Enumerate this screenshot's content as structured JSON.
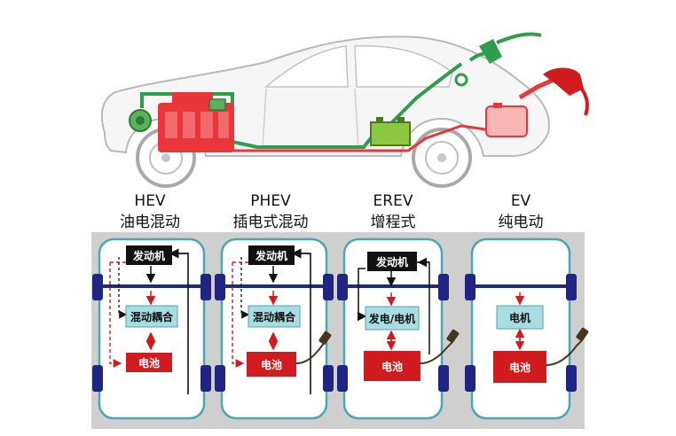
{
  "columns": [
    {
      "code": "HEV",
      "name": "油电混动",
      "boxes": [
        "发动机",
        "混动耦合",
        "电池"
      ]
    },
    {
      "code": "PHEV",
      "name": "插电式混动",
      "boxes": [
        "发动机",
        "混动耦合",
        "电池"
      ]
    },
    {
      "code": "EREV",
      "name": "增程式",
      "boxes": [
        "发动机",
        "发电/电机",
        "电池"
      ]
    },
    {
      "code": "EV",
      "name": "纯电动",
      "boxes": [
        "电机",
        "电池"
      ]
    }
  ],
  "colors": {
    "engine": "#e8363a",
    "green_line": "#2e9e4a",
    "battery_red": "#d01c1f",
    "panel_gray": "#cfcfcf",
    "cyan_box": "#a9dde2",
    "axle_navy": "#1e2d7a",
    "wheel_navy": "#1f2580",
    "frame_teal": "#4aa8b4"
  }
}
